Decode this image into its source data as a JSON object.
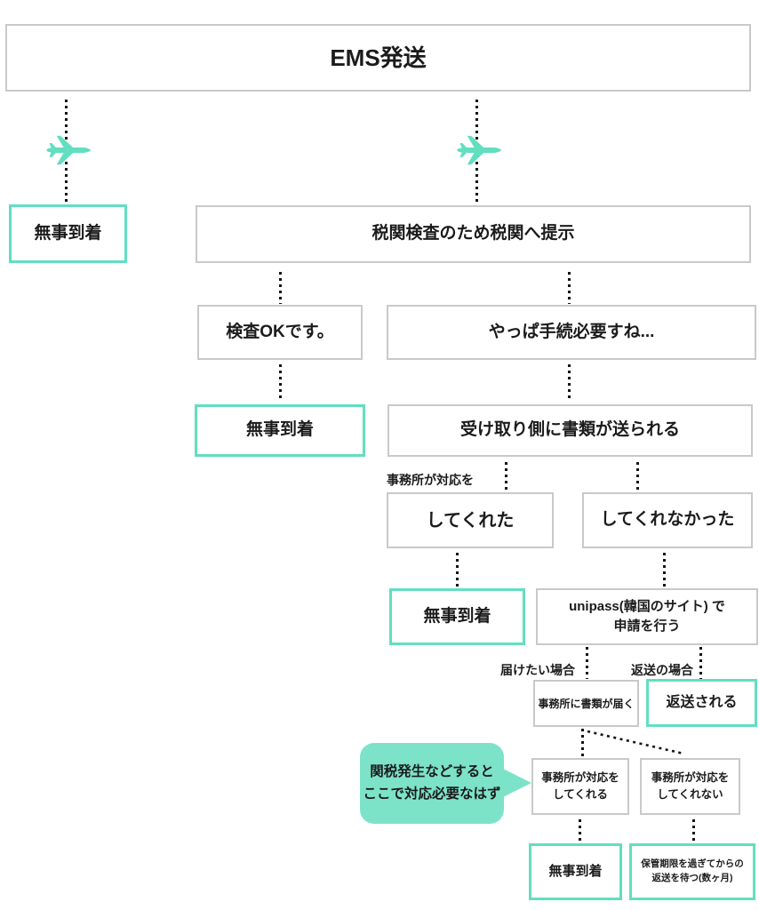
{
  "diagram": {
    "root": {
      "label": "EMS発送"
    },
    "left_branch": {
      "arrived": "無事到着"
    },
    "right_branch": {
      "customs": "税関検査のため税関へ提示",
      "ok_path": {
        "check": "検査OKです。",
        "arrived": "無事到着"
      },
      "procedure_path": {
        "check": "やっぱ手続必要すね...",
        "docs_sent": "受け取り側に書類が送られる",
        "office_prefix": "事務所が対応を",
        "handled": {
          "label": "してくれた",
          "arrived": "無事到着"
        },
        "unhandled": {
          "label": "してくれなかった",
          "unipass_line1": "unipass(韓国のサイト) で",
          "unipass_line2": "申請を行う",
          "deliver_case_label": "届けたい場合",
          "return_case_label": "返送の場合",
          "docs_arrive_office": "事務所に書類が届く",
          "returned": "返送される",
          "office_handles": {
            "line1": "事務所が対応を",
            "line2": "してくれる"
          },
          "office_refuses": {
            "line1": "事務所が対応を",
            "line2": "してくれない"
          },
          "arrived": "無事到着",
          "wait_return": {
            "line1": "保管期限を過ぎてからの",
            "line2": "返送を待つ(数ヶ月)"
          }
        }
      }
    },
    "note_bubble": {
      "line1": "関税発生などすると",
      "line2": "ここで対応必要なはず"
    }
  },
  "icons": {
    "airplane": "airplane-icon"
  },
  "colors": {
    "teal_border": "#62dec0",
    "bubble_fill": "#7ce3c8",
    "gray_border": "#c9c9c9",
    "dot_black": "#141414",
    "text": "#1b1b1b"
  }
}
